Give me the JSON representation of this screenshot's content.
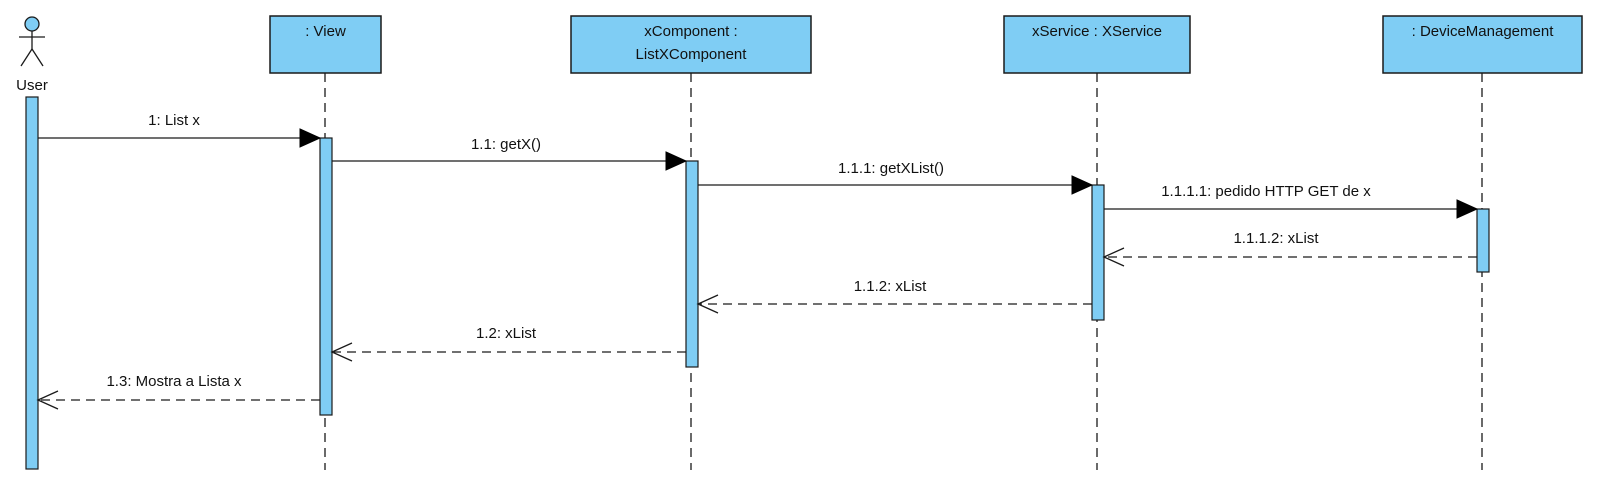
{
  "actor": {
    "name": "User"
  },
  "participants": [
    {
      "id": "view",
      "lines": [
        ": View"
      ]
    },
    {
      "id": "component",
      "lines": [
        "xComponent :",
        "ListXComponent"
      ]
    },
    {
      "id": "service",
      "lines": [
        "xService : XService"
      ]
    },
    {
      "id": "device",
      "lines": [
        ": DeviceManagement"
      ]
    }
  ],
  "messages": [
    {
      "label": "1: List x",
      "from": "actor",
      "to": "view",
      "kind": "sync"
    },
    {
      "label": "1.1: getX()",
      "from": "view",
      "to": "component",
      "kind": "sync"
    },
    {
      "label": "1.1.1: getXList()",
      "from": "component",
      "to": "service",
      "kind": "sync"
    },
    {
      "label": "1.1.1.1: pedido HTTP GET de x",
      "from": "service",
      "to": "device",
      "kind": "sync"
    },
    {
      "label": "1.1.1.2: xList",
      "from": "device",
      "to": "service",
      "kind": "return"
    },
    {
      "label": "1.1.2: xList",
      "from": "service",
      "to": "component",
      "kind": "return"
    },
    {
      "label": "1.2: xList",
      "from": "component",
      "to": "view",
      "kind": "return"
    },
    {
      "label": "1.3: Mostra a Lista x",
      "from": "view",
      "to": "actor",
      "kind": "return"
    }
  ],
  "colors": {
    "fill": "#7fcdf4",
    "stroke": "#1a1a1a"
  }
}
